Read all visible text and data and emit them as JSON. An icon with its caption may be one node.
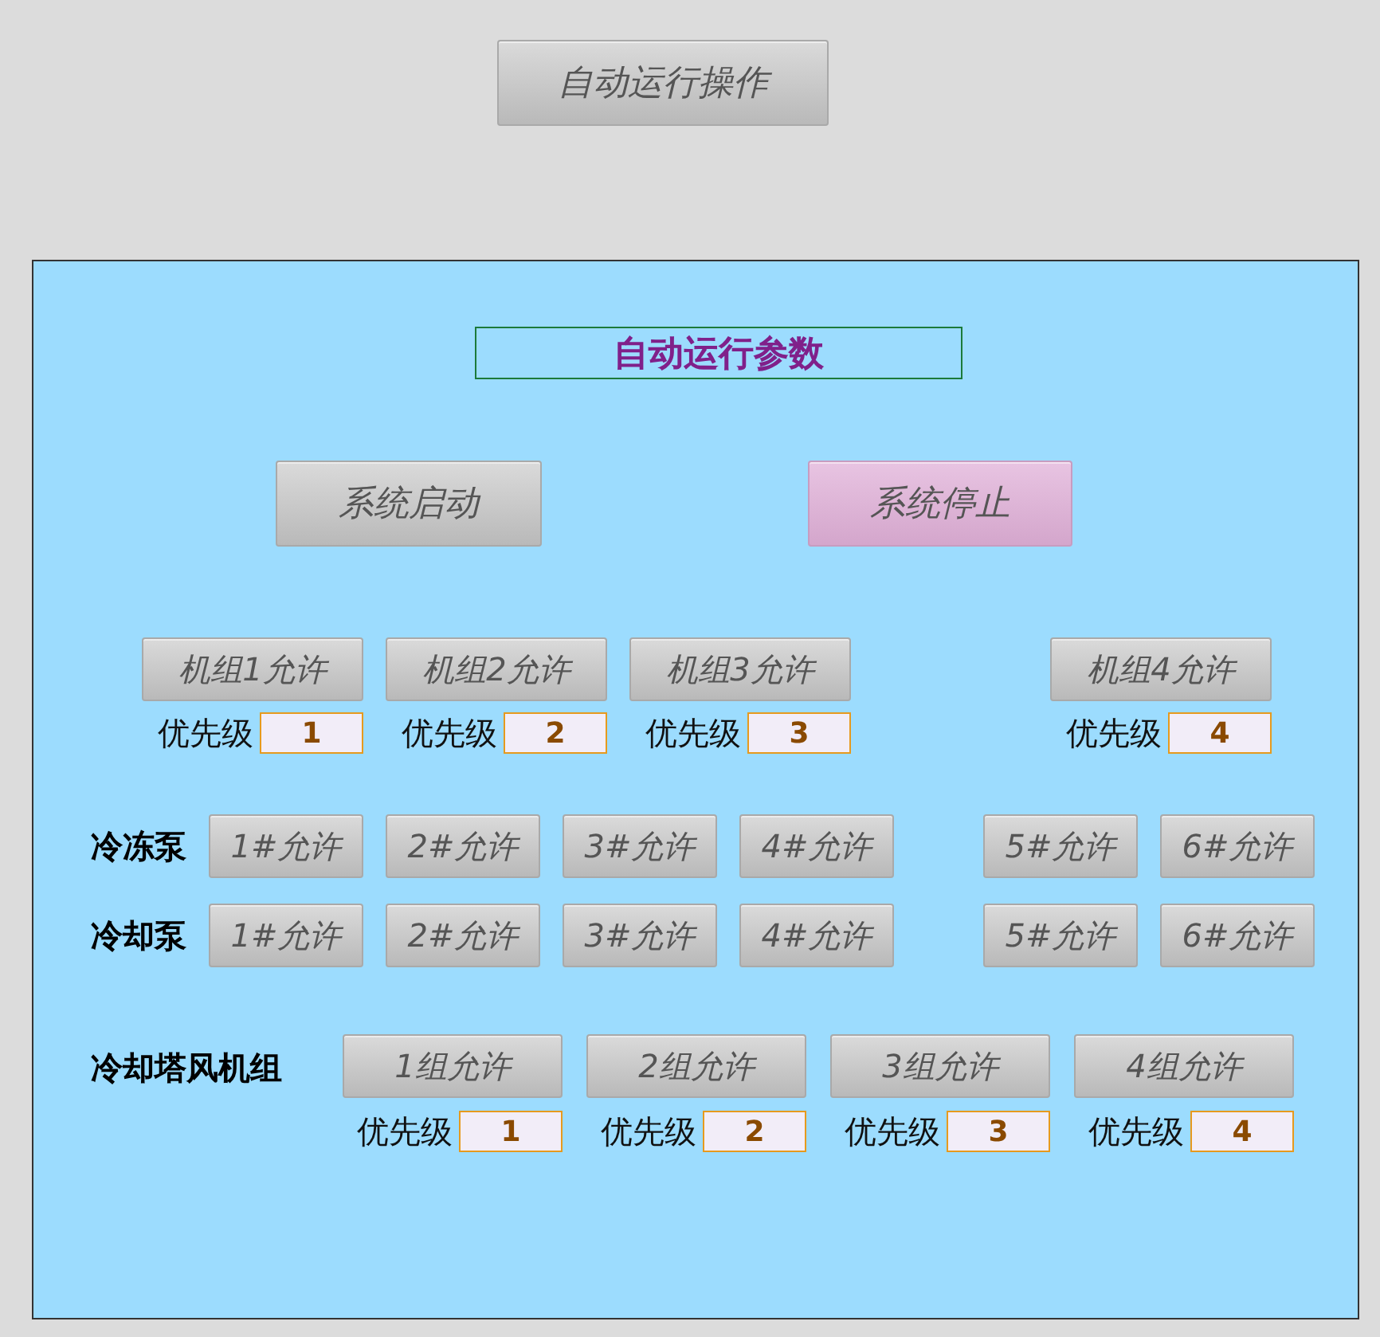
{
  "diagram": {
    "nodes": [
      {
        "text": [
          "自动运行操作"
        ]
      },
      {
        "text": [],
        "shape": "box"
      },
      {
        "text": [
          "自动运行参数"
        ],
        "in": 1
      },
      {
        "text": [
          "系统启动"
        ],
        "in": 1
      },
      {
        "text": [
          "系统停止"
        ],
        "in": 1
      },
      {
        "text": [
          "机组1允许"
        ],
        "in": 1
      },
      {
        "text": [
          "机组2允许"
        ],
        "in": 1
      },
      {
        "text": [
          "机组3允许"
        ],
        "in": 1
      },
      {
        "text": [
          "机组4允许"
        ],
        "in": 1
      },
      {
        "text": [
          "1"
        ],
        "beside": [
          "优先级"
        ],
        "in": 1
      },
      {
        "text": [
          "2"
        ],
        "beside": [
          "优先级"
        ],
        "in": 1
      },
      {
        "text": [
          "3"
        ],
        "beside": [
          "优先级"
        ],
        "in": 1
      },
      {
        "text": [
          "4"
        ],
        "beside": [
          "优先级"
        ],
        "in": 1
      },
      {
        "text": [
          "1#允许"
        ],
        "in": 1
      },
      {
        "text": [
          "2#允许"
        ],
        "in": 1
      },
      {
        "text": [
          "3#允许"
        ],
        "in": 1
      },
      {
        "text": [
          "4#允许"
        ],
        "in": 1
      },
      {
        "text": [
          "5#允许"
        ],
        "in": 1
      },
      {
        "text": [
          "6#允许"
        ],
        "in": 1
      },
      {
        "text": [
          "1#允许"
        ],
        "in": 1
      },
      {
        "text": [
          "2#允许"
        ],
        "in": 1
      },
      {
        "text": [
          "3#允许"
        ],
        "in": 1
      },
      {
        "text": [
          "4#允许"
        ],
        "in": 1
      },
      {
        "text": [
          "5#允许"
        ],
        "in": 1
      },
      {
        "text": [
          "6#允许"
        ],
        "in": 1
      },
      {
        "text": [
          "1组允许"
        ],
        "in": 1
      },
      {
        "text": [
          "2组允许"
        ],
        "in": 1
      },
      {
        "text": [
          "3组允许"
        ],
        "in": 1
      },
      {
        "text": [
          "4组允许"
        ],
        "in": 1
      },
      {
        "text": [
          "1"
        ],
        "beside": [
          "优先级"
        ],
        "in": 1
      },
      {
        "text": [
          "2"
        ],
        "beside": [
          "优先级"
        ],
        "in": 1
      },
      {
        "text": [
          "3"
        ],
        "beside": [
          "优先级"
        ],
        "in": 1
      },
      {
        "text": [
          "4"
        ],
        "beside": [
          "优先级"
        ],
        "in": 1
      }
    ],
    "labels": [
      "冷冻泵",
      "冷却泵",
      "冷却塔风机组"
    ]
  }
}
